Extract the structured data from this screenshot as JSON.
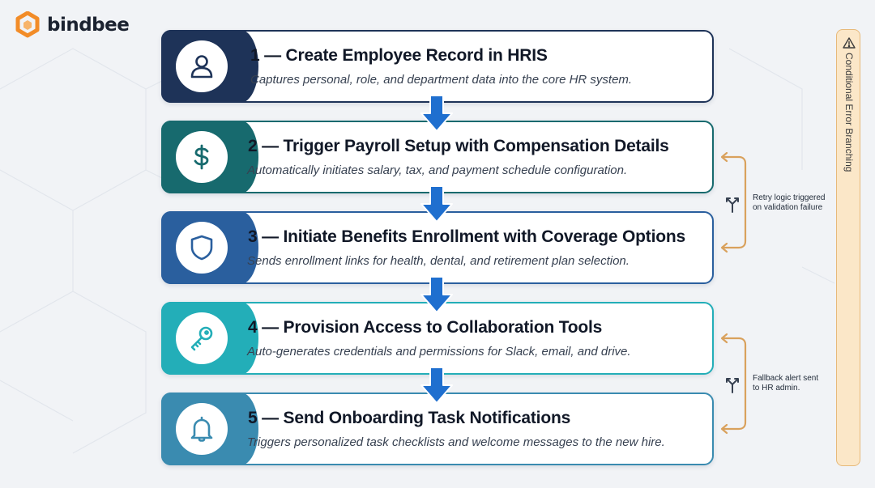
{
  "brand": {
    "name": "bindbee"
  },
  "steps": [
    {
      "title": "1 — Create Employee Record in HRIS",
      "description": "Captures personal, role, and department data into the core HR system.",
      "icon": "person-icon"
    },
    {
      "title": "2 — Trigger Payroll Setup with Compensation Details",
      "description": "Automatically initiates salary, tax, and payment schedule configuration.",
      "icon": "dollar-icon"
    },
    {
      "title": "3 — Initiate Benefits Enrollment with Coverage Options",
      "description": "Sends enrollment links for health, dental, and retirement plan selection.",
      "icon": "shield-icon"
    },
    {
      "title": "4 — Provision Access to Collaboration Tools",
      "description": "Auto-generates credentials and permissions for Slack, email, and drive.",
      "icon": "key-icon"
    },
    {
      "title": "5 — Send Onboarding Task Notifications",
      "description": "Triggers personalized task checklists and welcome messages to the new hire.",
      "icon": "bell-icon"
    }
  ],
  "branches": [
    {
      "line1": "Retry logic triggered",
      "line2": "on validation failure"
    },
    {
      "line1": "Fallback alert sent",
      "line2": "to HR admin."
    }
  ],
  "banner": {
    "label": "Conditional Error Branching",
    "icon": "warning-icon"
  },
  "colors": {
    "step1": "#1e3358",
    "step2": "#176a6e",
    "step3": "#2a5f9e",
    "step4": "#23aeb8",
    "step5": "#3a8bb0",
    "arrow": "#1f6fcf",
    "accent": "#f28c28",
    "branch": "#d9a15c"
  }
}
